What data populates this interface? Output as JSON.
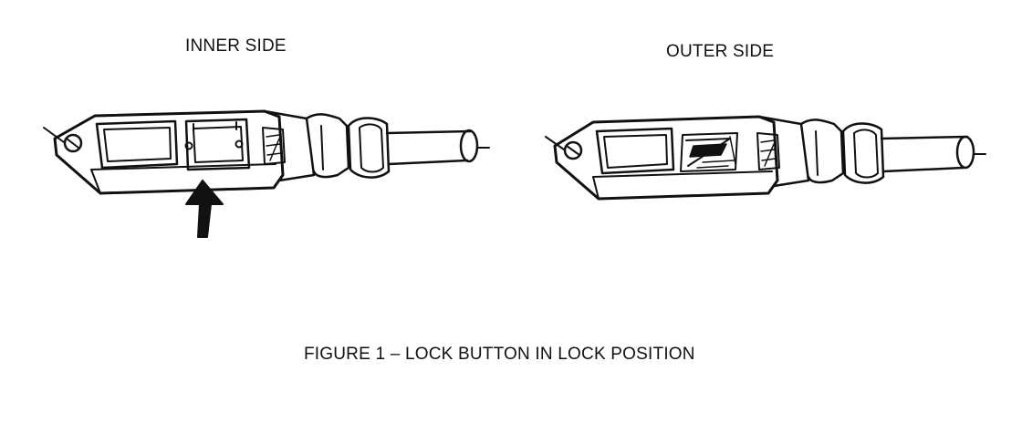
{
  "figure": {
    "inner_title": "INNER SIDE",
    "outer_title": "OUTER SIDE",
    "caption": "FIGURE 1 – LOCK BUTTON IN LOCK POSITION",
    "ink_color": "#111111"
  },
  "icons": {
    "pointer": "arrow-up-icon",
    "mount_hole": "screw-hole-icon"
  }
}
